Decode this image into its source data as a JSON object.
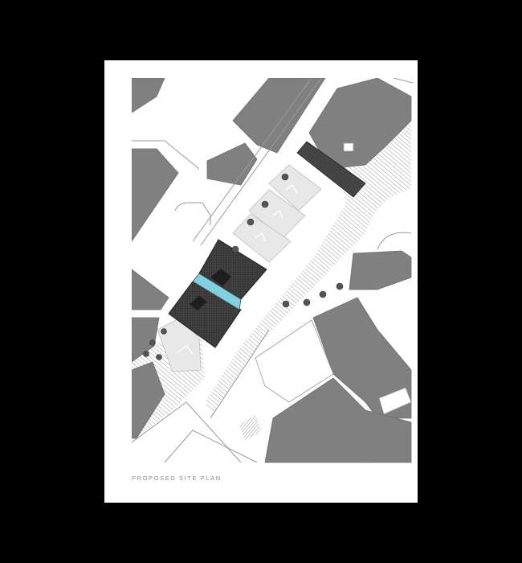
{
  "caption": "PROPOSED SITE PLAN",
  "colors": {
    "background": "#000000",
    "sheet": "#ffffff",
    "building": "#808080",
    "proposed_roof": "#3a3a3a",
    "glazing": "#7fd0e0",
    "hatch": "#9a9a9a",
    "road_line": "#9a9a9a"
  },
  "icons": [
    "tree-symbol",
    "hatch-pattern",
    "glazed-link"
  ]
}
